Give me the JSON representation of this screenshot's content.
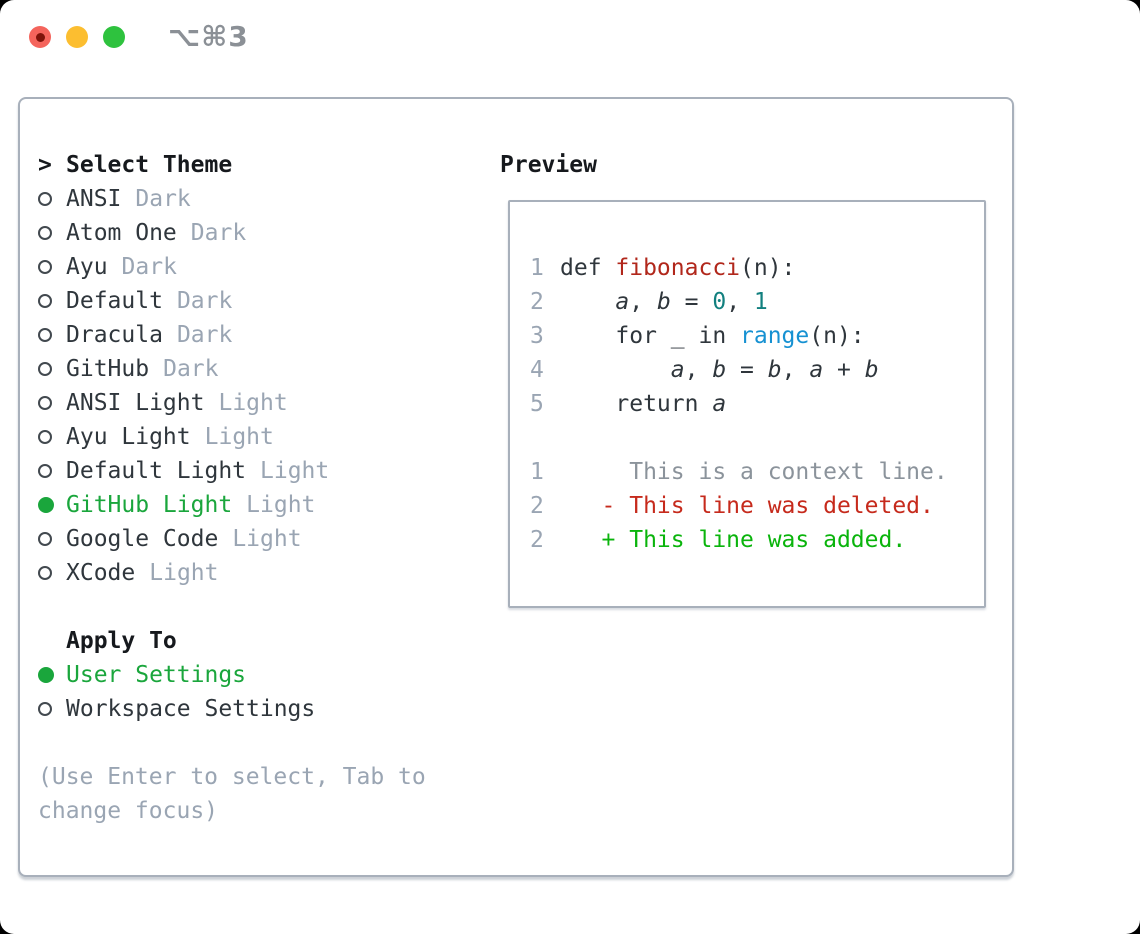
{
  "window": {
    "title": "⌥⌘3"
  },
  "colors": {
    "accent_green": "#1aa63c",
    "added_green": "#0ab40c",
    "deleted_red": "#c62a1c",
    "func_red": "#b1271b",
    "num_teal": "#12807f",
    "call_blue": "#1691d2",
    "text_dark": "#2f363c",
    "header_black": "#16191d",
    "muted": "#9aa5b3",
    "context_gray": "#8b939b",
    "border_gray": "#a8b0bb",
    "titlebar_gray": "#8b9096",
    "tl_red": "#f4645c",
    "tl_red_dot": "#7e130a",
    "tl_yellow": "#fcbe30",
    "tl_green": "#2ec23e"
  },
  "theme_panel": {
    "header": {
      "prompt": ">",
      "label": "Select Theme"
    },
    "themes": [
      {
        "name": "ANSI",
        "tag": "Dark",
        "selected": false
      },
      {
        "name": "Atom One",
        "tag": "Dark",
        "selected": false
      },
      {
        "name": "Ayu",
        "tag": "Dark",
        "selected": false
      },
      {
        "name": "Default",
        "tag": "Dark",
        "selected": false
      },
      {
        "name": "Dracula",
        "tag": "Dark",
        "selected": false
      },
      {
        "name": "GitHub",
        "tag": "Dark",
        "selected": false
      },
      {
        "name": "ANSI Light",
        "tag": "Light",
        "selected": false
      },
      {
        "name": "Ayu Light",
        "tag": "Light",
        "selected": false
      },
      {
        "name": "Default Light",
        "tag": "Light",
        "selected": false
      },
      {
        "name": "GitHub Light",
        "tag": "Light",
        "selected": true
      },
      {
        "name": "Google Code",
        "tag": "Light",
        "selected": false
      },
      {
        "name": "XCode",
        "tag": "Light",
        "selected": false
      }
    ],
    "apply_to": {
      "label": "Apply To",
      "options": [
        {
          "label": "User Settings",
          "selected": true
        },
        {
          "label": "Workspace Settings",
          "selected": false
        }
      ]
    },
    "hint_lines": [
      "(Use Enter to select, Tab to",
      "change focus)"
    ]
  },
  "preview": {
    "heading": "Preview",
    "lines": [
      {
        "num": "1",
        "segs": [
          {
            "s": "plain",
            "t": "def "
          },
          {
            "s": "func",
            "t": "fibonacci"
          },
          {
            "s": "plain",
            "t": "(n):"
          }
        ]
      },
      {
        "num": "2",
        "segs": [
          {
            "s": "plain",
            "t": "    "
          },
          {
            "s": "var",
            "t": "a"
          },
          {
            "s": "plain",
            "t": ", "
          },
          {
            "s": "var",
            "t": "b"
          },
          {
            "s": "plain",
            "t": " = "
          },
          {
            "s": "num",
            "t": "0"
          },
          {
            "s": "plain",
            "t": ", "
          },
          {
            "s": "num",
            "t": "1"
          }
        ]
      },
      {
        "num": "3",
        "segs": [
          {
            "s": "plain",
            "t": "    for _ in "
          },
          {
            "s": "call",
            "t": "range"
          },
          {
            "s": "plain",
            "t": "(n):"
          }
        ]
      },
      {
        "num": "4",
        "segs": [
          {
            "s": "plain",
            "t": "        "
          },
          {
            "s": "var",
            "t": "a"
          },
          {
            "s": "plain",
            "t": ", "
          },
          {
            "s": "var",
            "t": "b"
          },
          {
            "s": "plain",
            "t": " = "
          },
          {
            "s": "var",
            "t": "b"
          },
          {
            "s": "plain",
            "t": ", "
          },
          {
            "s": "var",
            "t": "a"
          },
          {
            "s": "plain",
            "t": " + "
          },
          {
            "s": "var",
            "t": "b"
          }
        ]
      },
      {
        "num": "5",
        "segs": [
          {
            "s": "plain",
            "t": "    return "
          },
          {
            "s": "var",
            "t": "a"
          }
        ]
      },
      {
        "num": "",
        "segs": []
      },
      {
        "num": "1",
        "segs": [
          {
            "s": "context",
            "t": "     This is a context line."
          }
        ]
      },
      {
        "num": "2",
        "segs": [
          {
            "s": "del",
            "t": "   - This line was deleted."
          }
        ]
      },
      {
        "num": "2",
        "segs": [
          {
            "s": "add",
            "t": "   + This line was added."
          }
        ]
      }
    ]
  }
}
